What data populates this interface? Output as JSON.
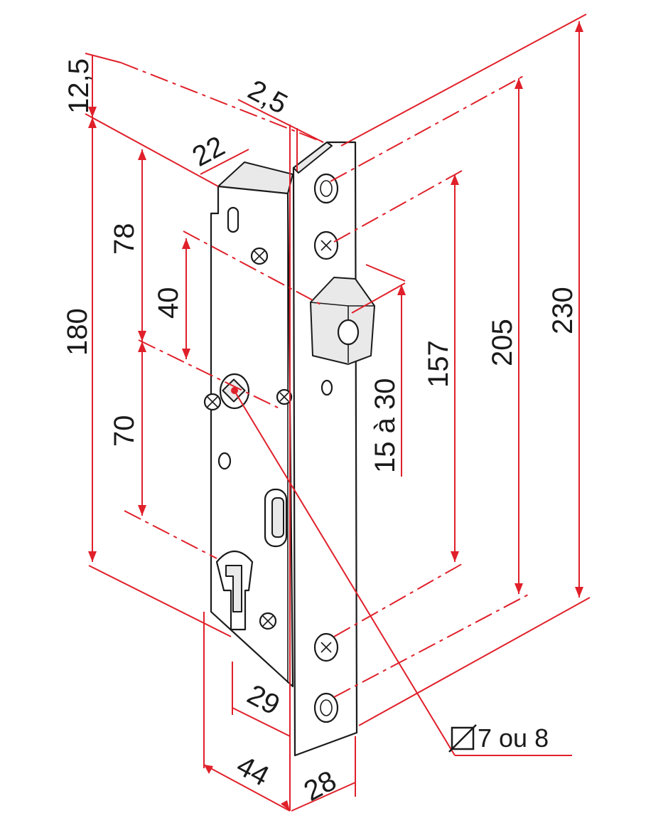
{
  "dimensions": {
    "d_12_5": "12,5",
    "d_2_5": "2,5",
    "d_22": "22",
    "d_78": "78",
    "d_40": "40",
    "d_180": "180",
    "d_70": "70",
    "d_157": "157",
    "d_15a30": "15 à 30",
    "d_205": "205",
    "d_230": "230",
    "d_29": "29",
    "d_44": "44",
    "d_28": "28",
    "d_diam": "7 ou 8"
  },
  "colors": {
    "dimension_line": "#e0202a",
    "outline": "#1a1a1a"
  }
}
